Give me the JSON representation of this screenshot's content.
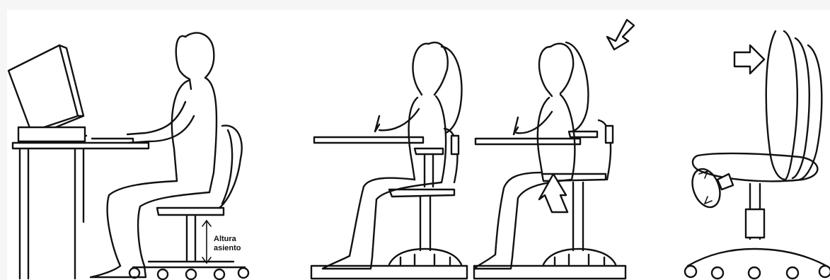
{
  "annotations": {
    "seat_height_line1": "Altura",
    "seat_height_line2": "asiento"
  },
  "colors": {
    "background": "#f6f6f6",
    "panel": "#ffffff",
    "ink": "#111111"
  },
  "panels": [
    {
      "id": "desk-worker",
      "icon": "seated-computer-user-illustration"
    },
    {
      "id": "student-correct",
      "icon": "upright-student-illustration"
    },
    {
      "id": "student-slouched",
      "icon": "slouched-student-illustration"
    },
    {
      "id": "chair-adjustment",
      "icon": "adjustable-chair-illustration"
    }
  ]
}
